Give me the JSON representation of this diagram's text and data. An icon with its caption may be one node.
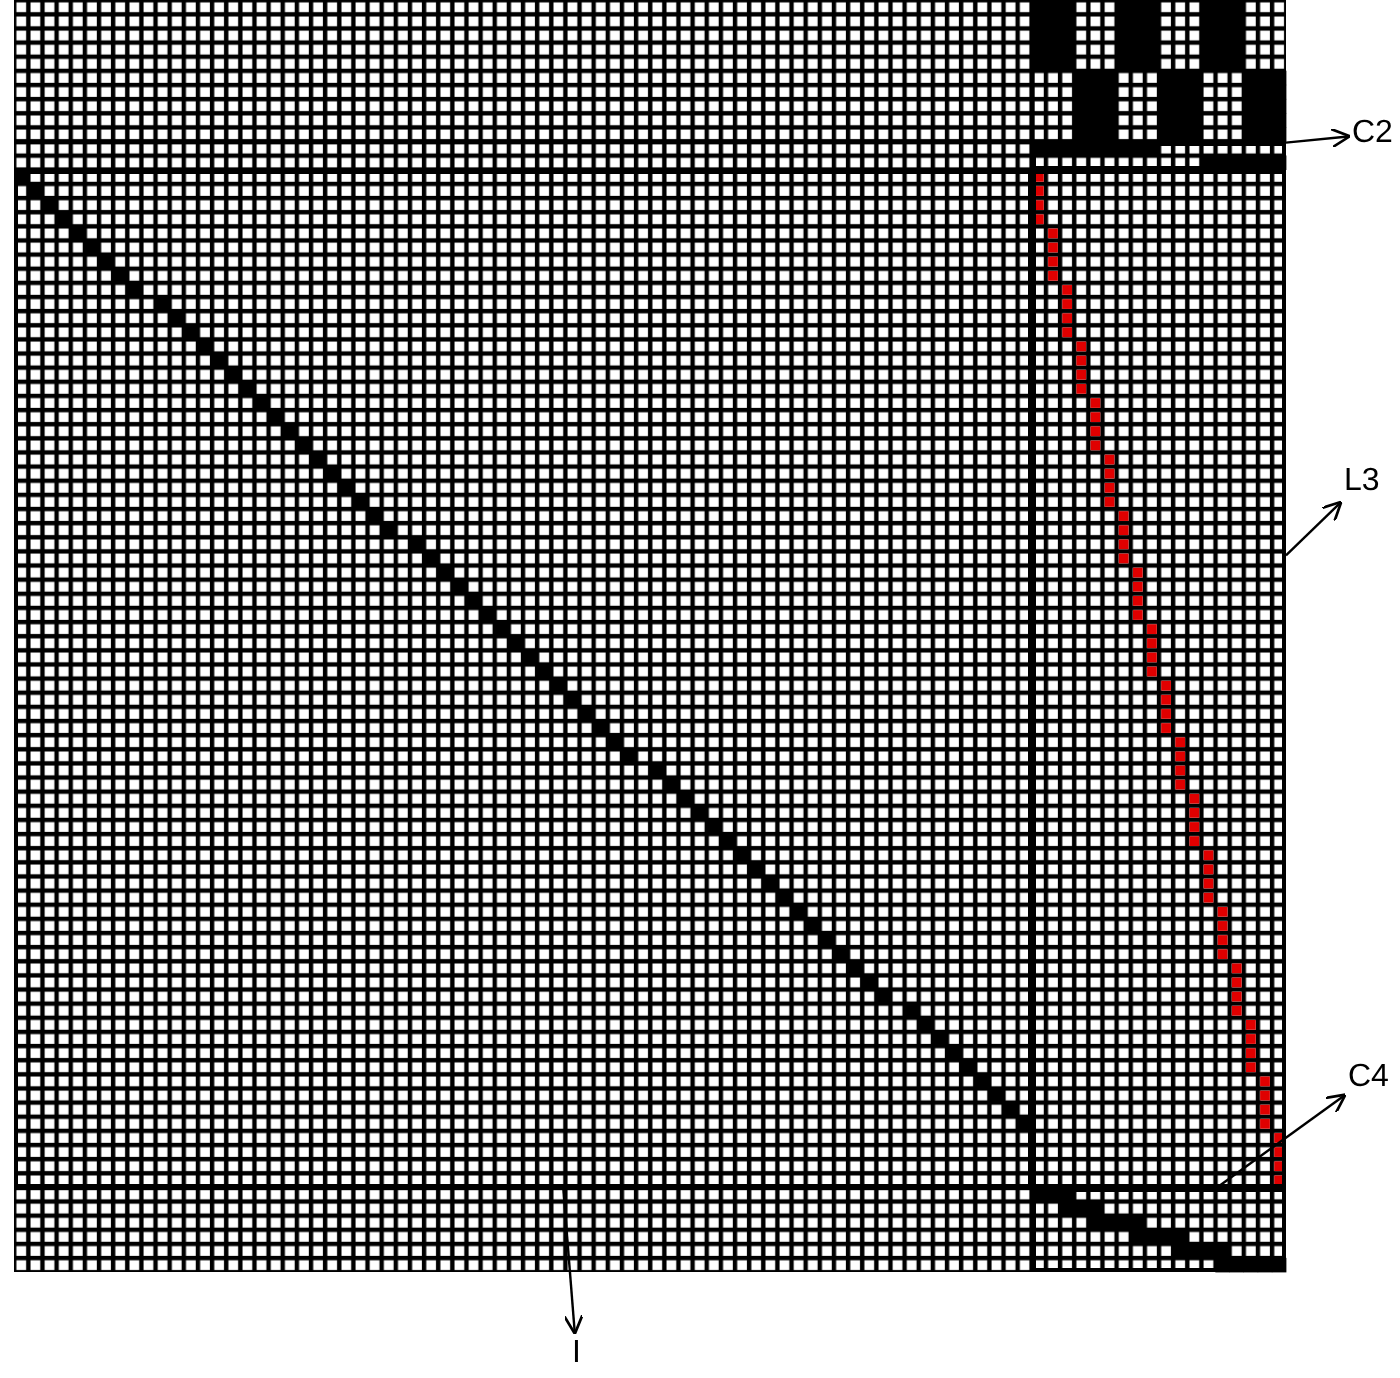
{
  "diagram": {
    "nodes": [
      {
        "text": [
          "C2"
        ]
      },
      {
        "text": [],
        "shape": "box"
      },
      {
        "text": [
          "L3"
        ]
      },
      {
        "text": [],
        "shape": "box"
      },
      {
        "text": [
          "C4"
        ]
      },
      {
        "text": [],
        "shape": "box"
      },
      {
        "text": [],
        "shape": "box"
      },
      {
        "text": [
          "I"
        ]
      }
    ],
    "edges": [
      {
        "from": 1,
        "to": 0,
        "arrow": "to"
      },
      {
        "from": 3,
        "to": 2,
        "arrow": "to"
      },
      {
        "from": 5,
        "to": 4,
        "arrow": "to"
      },
      {
        "from": 6,
        "to": 7,
        "arrow": "to"
      }
    ]
  }
}
